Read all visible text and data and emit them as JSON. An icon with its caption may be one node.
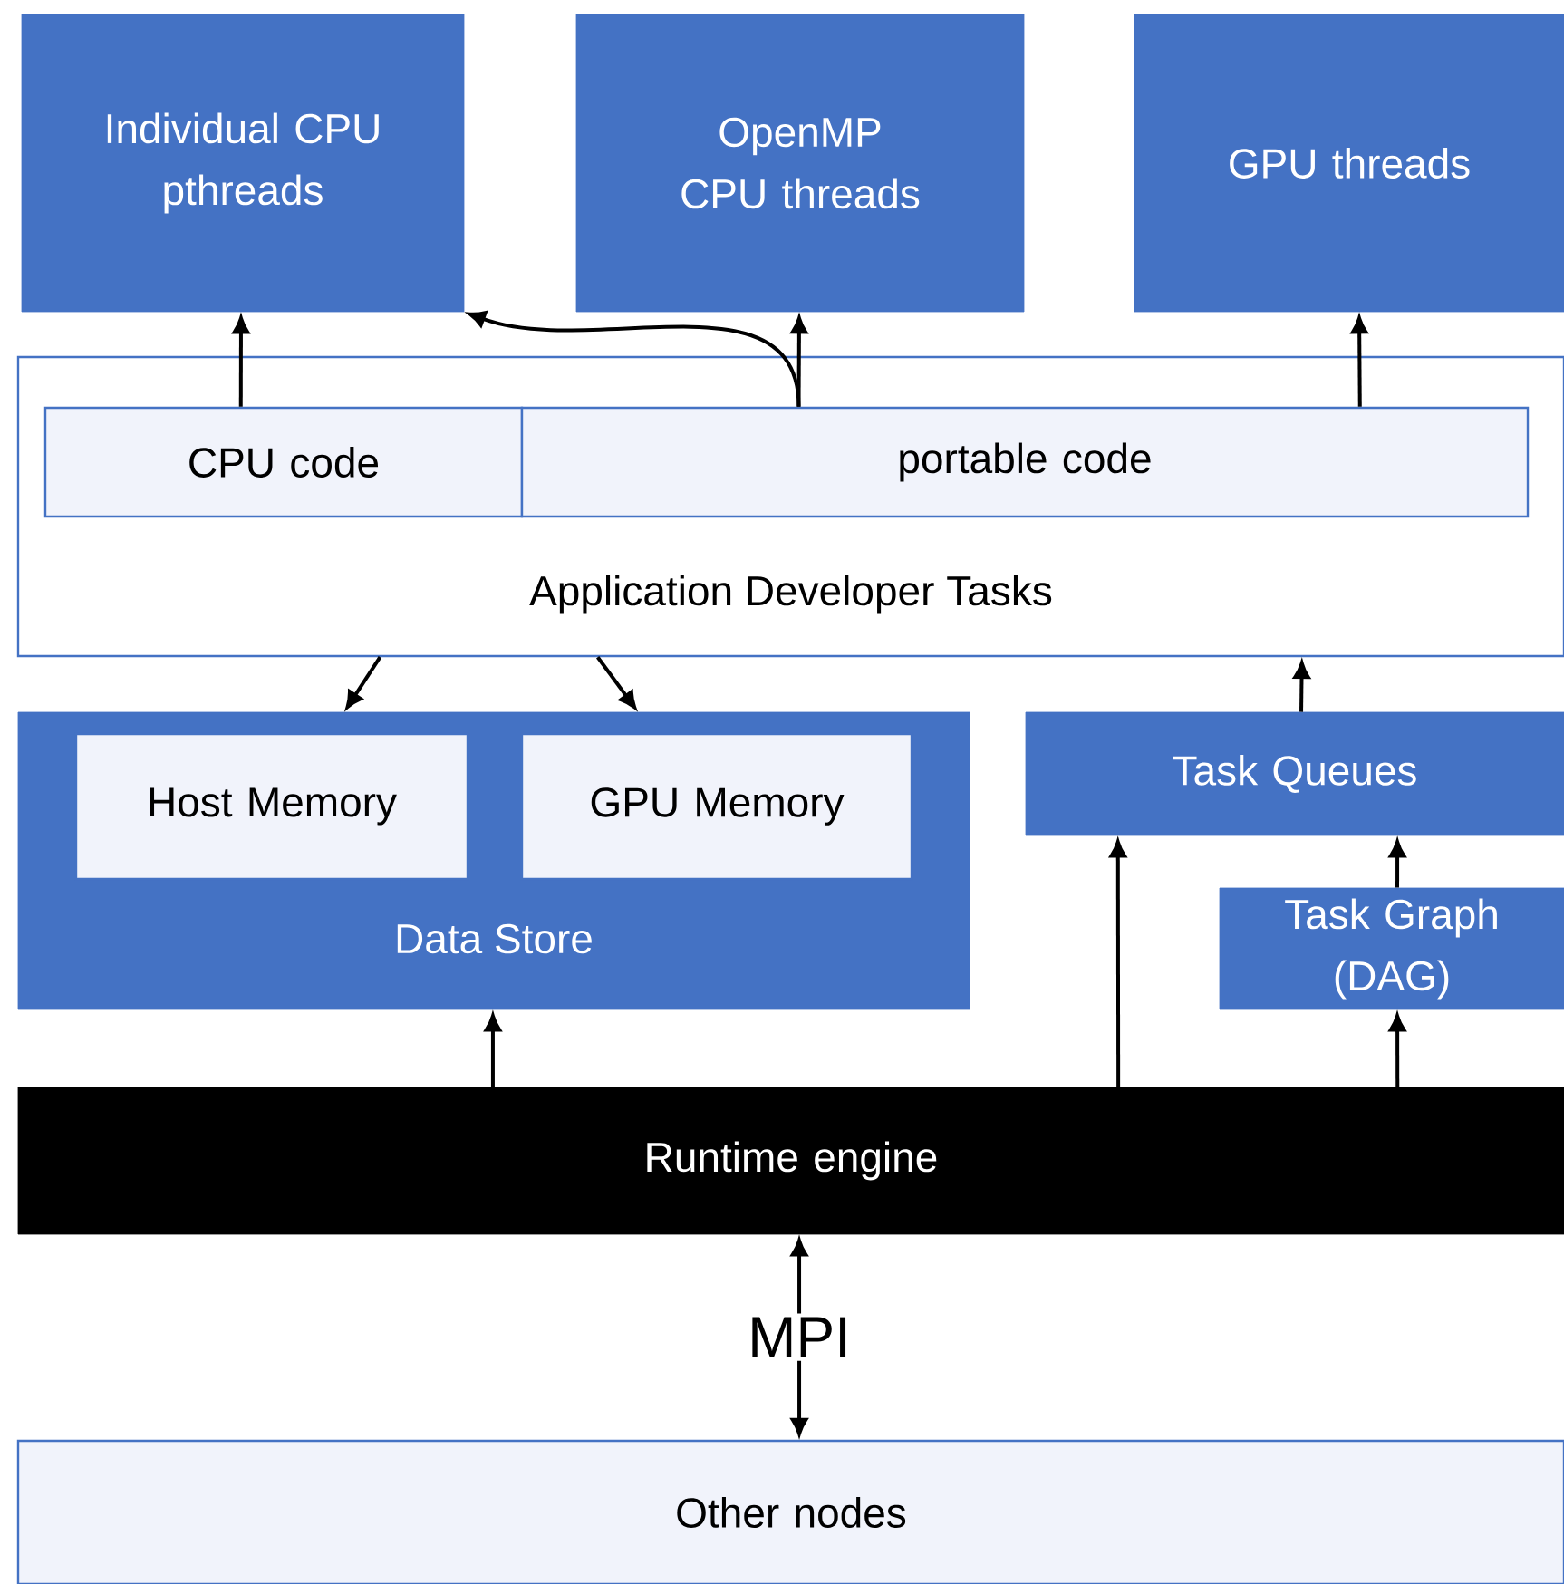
{
  "diagram": {
    "nodes": [
      {
        "text": [
          "Individual CPU pthreads"
        ]
      },
      {
        "text": [
          "OpenMP CPU threads"
        ]
      },
      {
        "text": [
          "GPU threads"
        ]
      },
      {
        "text": [
          "Application Developer Tasks"
        ]
      },
      {
        "text": [
          "CPU code"
        ],
        "in": 3
      },
      {
        "text": [
          "portable code"
        ],
        "in": 3
      },
      {
        "text": [
          "Data Store"
        ]
      },
      {
        "text": [
          "Host Memory"
        ],
        "in": 6
      },
      {
        "text": [
          "GPU Memory"
        ],
        "in": 6
      },
      {
        "text": [
          "Task Queues"
        ]
      },
      {
        "text": [
          "Task Graph (DAG)"
        ]
      },
      {
        "text": [
          "Runtime engine"
        ]
      },
      {
        "text": [
          "Other nodes"
        ]
      }
    ],
    "edges": [
      {
        "from": 4,
        "to": 0,
        "arrow": "to"
      },
      {
        "from": 5,
        "to": 0,
        "arrow": "to"
      },
      {
        "from": 5,
        "to": 1,
        "arrow": "to"
      },
      {
        "from": 5,
        "to": 2,
        "arrow": "to"
      },
      {
        "from": 3,
        "to": 6,
        "arrow": "to"
      },
      {
        "from": 3,
        "to": 6,
        "arrow": "to"
      },
      {
        "from": 9,
        "to": 3,
        "arrow": "to"
      },
      {
        "from": 11,
        "to": 6,
        "arrow": "to"
      },
      {
        "from": 11,
        "to": 9,
        "arrow": "to"
      },
      {
        "from": 10,
        "to": 9,
        "arrow": "to"
      },
      {
        "from": 11,
        "to": 10,
        "arrow": "to"
      },
      {
        "from": 11,
        "to": 12,
        "arrow": "both",
        "label": "MPI"
      }
    ]
  }
}
